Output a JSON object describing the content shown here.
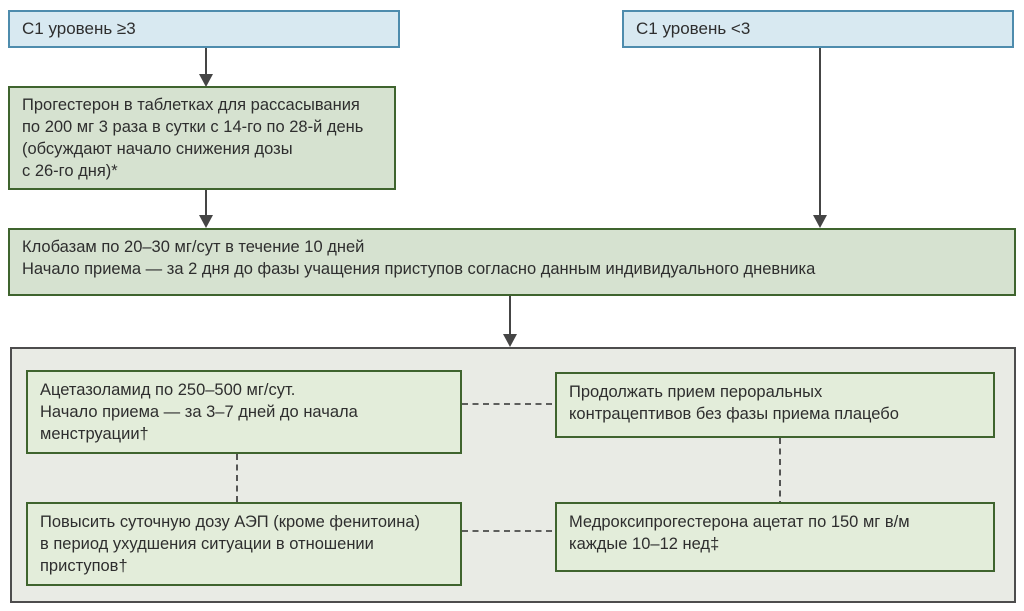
{
  "diagram": {
    "boxes": {
      "c1_high": {
        "text": "C1 уровень ≥3"
      },
      "c1_low": {
        "text": "C1 уровень <3"
      },
      "progesterone": {
        "lines": [
          "Прогестерон в таблетках для рассасывания",
          "по 200 мг 3 раза в сутки с 14-го по 28-й день",
          "(обсуждают начало снижения дозы",
          "с 26-го дня)*"
        ]
      },
      "clobazam": {
        "lines": [
          "Клобазам по 20–30 мг/сут в течение 10 дней",
          "Начало приема — за 2 дня до фазы учащения приступов согласно данным индивидуального дневника"
        ]
      },
      "acetazolamide": {
        "lines": [
          "Ацетазоламид по 250–500 мг/сут.",
          "Начало приема — за 3–7 дней до начала",
          "менструации†"
        ]
      },
      "oral_contraceptives": {
        "lines": [
          "Продолжать прием пероральных",
          "контрацептивов без фазы приема плацебо"
        ]
      },
      "aed_increase": {
        "lines": [
          "Повысить суточную дозу АЭП (кроме фенитоина)",
          "в период ухудшения ситуации в отношении",
          "приступов†"
        ]
      },
      "medroxyprogesterone": {
        "lines": [
          "Медроксипрогестерона ацетат по 150 мг в/м",
          "каждые 10–12 нед‡"
        ]
      }
    },
    "colors": {
      "blue_fill": "#d8e9f1",
      "blue_border": "#4e8cad",
      "green_fill": "#d6e2d0",
      "inner_green_fill": "#e3edda",
      "green_border": "#3f642e",
      "container_fill": "#e9ebe5",
      "container_border": "#4d4d4d",
      "arrow": "#454545",
      "text": "#2e2e2e"
    }
  }
}
